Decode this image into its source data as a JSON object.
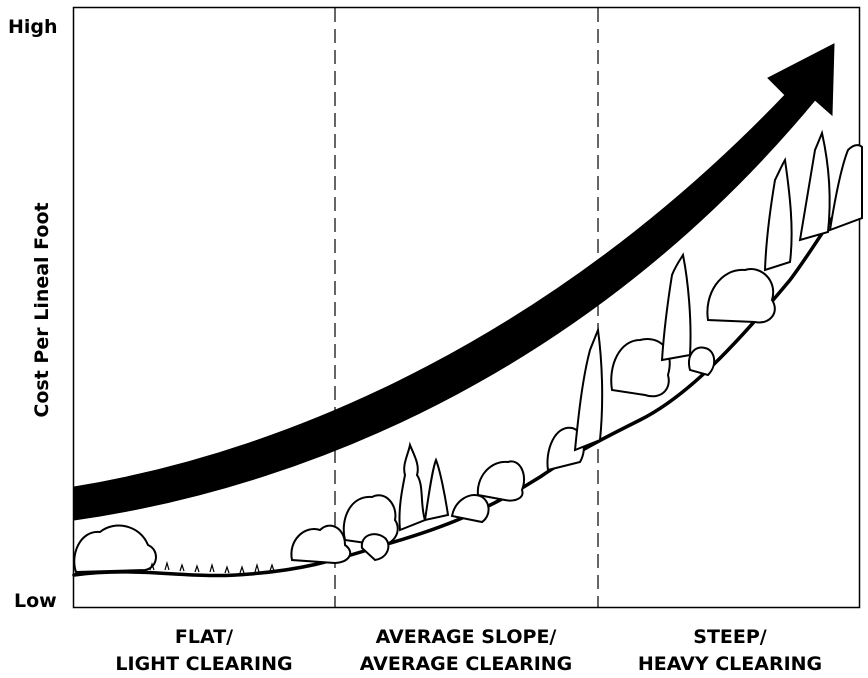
{
  "chart_data": {
    "type": "area",
    "ylabel": "Cost Per Lineal Foot",
    "y_ticks": [
      "High",
      "Low"
    ],
    "categories": [
      {
        "line1": "FLAT/",
        "line2": "LIGHT CLEARING"
      },
      {
        "line1": "AVERAGE SLOPE/",
        "line2": "AVERAGE CLEARING"
      },
      {
        "line1": "STEEP/",
        "line2": "HEAVY CLEARING"
      }
    ],
    "trend": "increasing",
    "colors": {
      "arrow": "#000000",
      "axis": "#000000",
      "background": "#ffffff"
    }
  }
}
